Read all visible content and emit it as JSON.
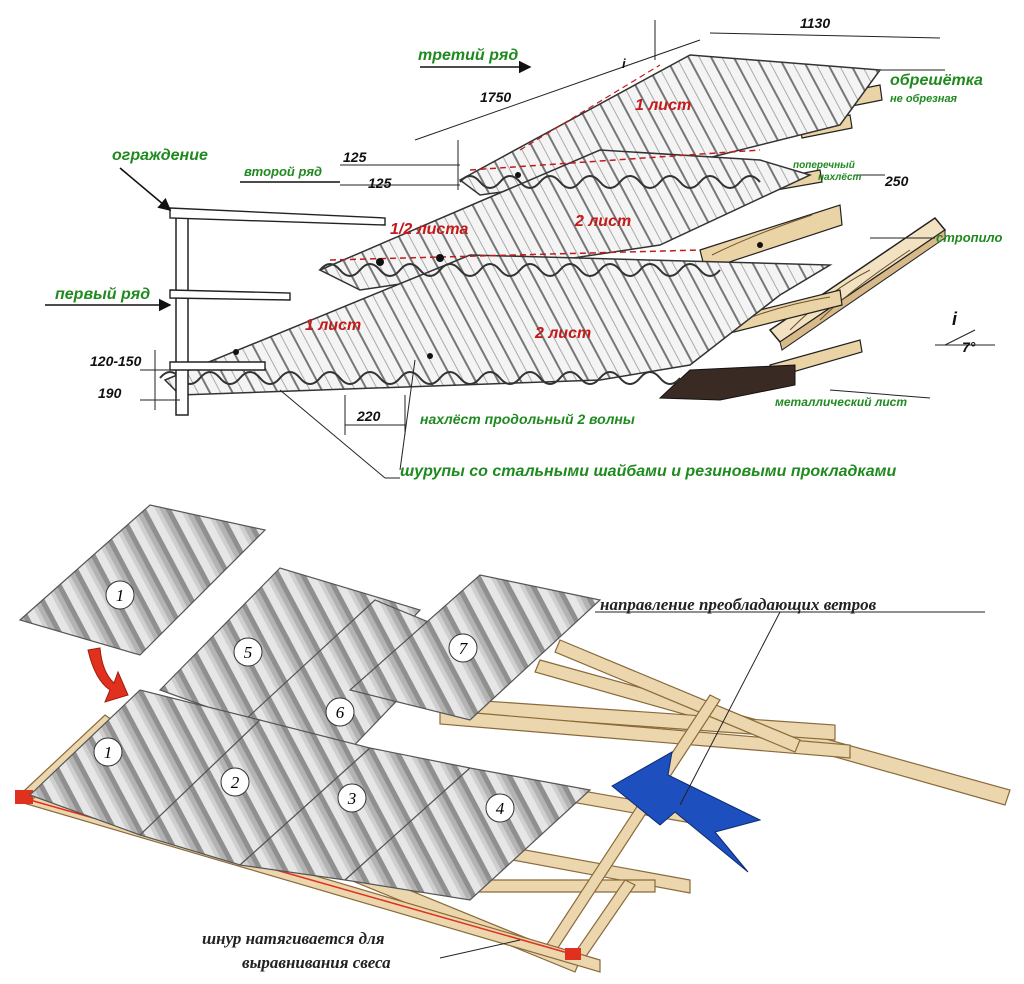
{
  "top_diagram": {
    "labels": {
      "third_row": "третий ряд",
      "second_row": "второй ряд",
      "first_row": "первый ряд",
      "fence": "ограждение",
      "batten": "обрешётка",
      "batten_sub": "не обрезная",
      "cross_overlap_1": "поперечный",
      "cross_overlap_2": "нахлёст",
      "rafter": "стропило",
      "metal_sheet": "металлический лист",
      "long_overlap": "нахлёст продольный 2 волны",
      "screws": "шурупы со стальными шайбами и резиновыми прокладками"
    },
    "sheet_labels": {
      "one_sheet_top": "1 лист",
      "half_sheet": "1/2 листа",
      "two_sheet_mid": "2 лист",
      "one_sheet_low": "1 лист",
      "two_sheet_low": "2 лист"
    },
    "dimensions": {
      "d1130": "1130",
      "d1750": "1750",
      "d125a": "125",
      "d125b": "125",
      "d250": "250",
      "d120_150": "120-150",
      "d190": "190",
      "d220": "220",
      "slope_i_top": "i",
      "slope_i_right": "i",
      "angle": "7°"
    }
  },
  "bottom_diagram": {
    "wind_label": "направление преобладающих ветров",
    "cord_label_1": "шнур натягивается для",
    "cord_label_2": "выравнивания свеса",
    "sheet_numbers": [
      "1",
      "5",
      "7",
      "6",
      "1",
      "2",
      "3",
      "4"
    ]
  },
  "colors": {
    "label_green": "#1f8a1f",
    "label_red": "#c41a1a",
    "sheet_gray": "#b9b9b9",
    "wood": "#ecd6ad",
    "wind_arrow": "#1e4fbf",
    "placement_arrow": "#e0301e"
  }
}
